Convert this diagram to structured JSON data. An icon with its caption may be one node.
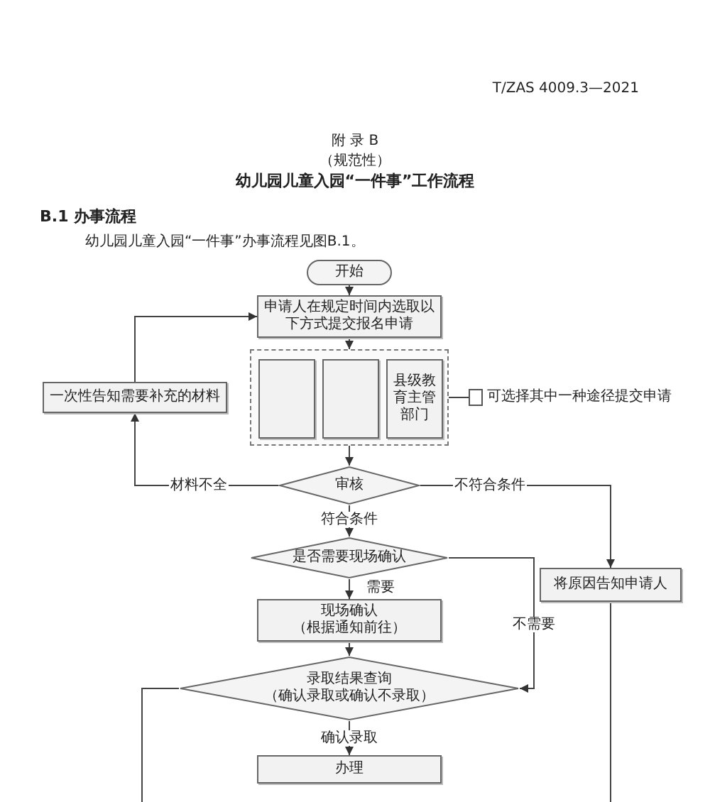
{
  "diagram": {
    "title": "幼儿园儿童入园“一件事”工作流程",
    "nodes": [
      {
        "text": [
          "开始"
        ]
      },
      {
        "text": [
          "申请人在规定时间内选取以下方式提交报名申请"
        ]
      },
      {
        "text": [],
        "shape": "box"
      },
      {
        "text": [],
        "shape": "box",
        "in": 2
      },
      {
        "text": [],
        "shape": "box",
        "in": 2
      },
      {
        "text": [
          "县级教育主管部门"
        ],
        "in": 2
      },
      {
        "text": [
          "可选择其中一种途径提交申请"
        ]
      },
      {
        "text": [
          "一次性告知需要补充的材料"
        ]
      },
      {
        "text": [
          "审核"
        ]
      },
      {
        "text": [
          "将原因告知申请人"
        ]
      },
      {
        "text": [
          "是否需要现场确认"
        ]
      },
      {
        "text": [
          "现场确认",
          "（根据通知前往）"
        ]
      },
      {
        "text": [
          "录取结果查询",
          "（确认录取或确认不录取）"
        ]
      },
      {
        "text": [
          "办理"
        ]
      }
    ],
    "edges": [
      {
        "from": 0,
        "to": 1,
        "arrow": "to"
      },
      {
        "from": 1,
        "to": 2,
        "arrow": "to"
      },
      {
        "from": 2,
        "to": 6,
        "arrow": "none"
      },
      {
        "from": 2,
        "to": 8,
        "arrow": "to"
      },
      {
        "from": 8,
        "to": 7,
        "arrow": "to",
        "label": "材料不全"
      },
      {
        "from": 7,
        "to": 1,
        "arrow": "to"
      },
      {
        "from": 8,
        "to": 9,
        "arrow": "to",
        "label": "不符合条件"
      },
      {
        "from": 8,
        "to": 10,
        "arrow": "to",
        "label": "符合条件"
      },
      {
        "from": 10,
        "to": 11,
        "arrow": "to",
        "label": "需要"
      },
      {
        "from": 10,
        "to": 12,
        "arrow": "to",
        "label": "不需要"
      },
      {
        "from": 11,
        "to": 12,
        "arrow": "to"
      },
      {
        "from": 12,
        "to": 13,
        "arrow": "to",
        "label": "确认录取"
      },
      {
        "from": 12,
        "to": null,
        "arrow": "none"
      },
      {
        "from": 9,
        "to": null,
        "arrow": "none"
      }
    ],
    "labels": [
      "T/ZAS 4009.3—2021",
      "附 录 B",
      "（规范性）",
      "B.1 办事流程",
      "幼儿园儿童入园“一件事”办事流程见图B.1。"
    ]
  }
}
